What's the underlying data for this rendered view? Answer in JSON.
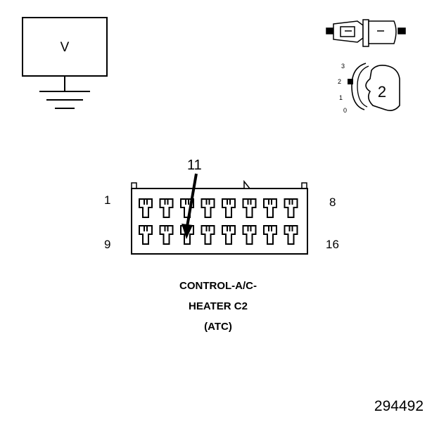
{
  "meter": {
    "label": "V"
  },
  "switch_positions": [
    "3",
    "2",
    "1",
    "0"
  ],
  "switch_selected_label": "2",
  "connector": {
    "pin_callout": "11",
    "top_left_pin": "1",
    "top_right_pin": "8",
    "bottom_left_pin": "9",
    "bottom_right_pin": "16",
    "pins_per_row": 8
  },
  "caption": {
    "line1": "CONTROL-A/C-",
    "line2": "HEATER C2",
    "line3": "(ATC)"
  },
  "figure_number": "294492"
}
